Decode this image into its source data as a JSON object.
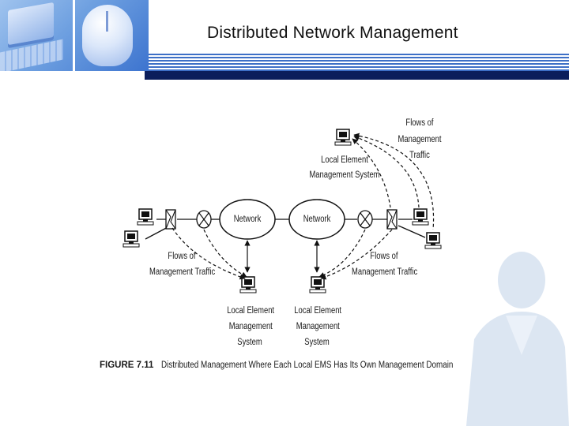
{
  "header": {
    "title": "Distributed Network Management"
  },
  "figure": {
    "networks": [
      "Network",
      "Network"
    ],
    "top_ems_label": [
      "Local Element",
      "Management System"
    ],
    "flows_top_right": [
      "Flows of",
      "Management",
      "Traffic"
    ],
    "flows_left": [
      "Flows of",
      "Management Traffic"
    ],
    "flows_right": [
      "Flows of",
      "Management Traffic"
    ],
    "ems_bottom_left": [
      "Local Element",
      "Management",
      "System"
    ],
    "ems_bottom_right": [
      "Local Element",
      "Management",
      "System"
    ],
    "caption_number": "FIGURE 7.11",
    "caption_text": "Distributed Management Where Each Local EMS Has Its Own Management Domain"
  },
  "colors": {
    "banner_blue": "#3d74cf",
    "navy_bar": "#0b1e5b",
    "stripe_blue": "#3d6fc6"
  }
}
